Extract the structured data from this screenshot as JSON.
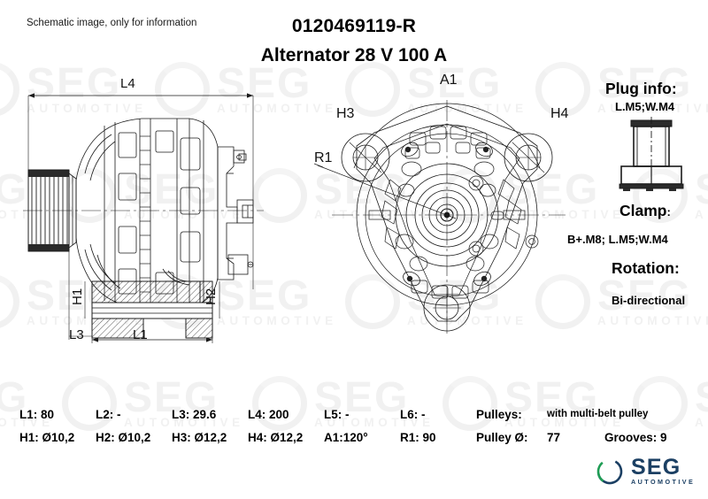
{
  "document": {
    "note": "Schematic image, only for information",
    "part_number": "0120469119-R",
    "product_name": "Alternator 28 V 100 A"
  },
  "drawings": {
    "side_view": {
      "name": "alternator-side-view",
      "dimension_labels": [
        "L4",
        "H1",
        "H2",
        "L3",
        "L1"
      ]
    },
    "front_view": {
      "name": "alternator-front-view",
      "dimension_labels": [
        "A1",
        "H3",
        "H4",
        "R1"
      ]
    },
    "plug_view": {
      "name": "plug-connector-drawing"
    }
  },
  "labels": {
    "l4": "L4",
    "h1": "H1",
    "h2": "H2",
    "l3": "L3",
    "l1": "L1",
    "a1": "A1",
    "h3": "H3",
    "h4": "H4",
    "r1": "R1"
  },
  "info_panel": {
    "plug_info_title": "Plug info:",
    "plug_info_value": "L.M5;W.M4",
    "clamp_title": "Clamp",
    "clamp_title_colon": ":",
    "clamp_value": "B+.M8; L.M5;W.M4",
    "rotation_title": "Rotation:",
    "rotation_value": "Bi-directional"
  },
  "specs": {
    "row1": [
      {
        "label": "L1: 80"
      },
      {
        "label": "L2: -"
      },
      {
        "label": "L3: 29.6"
      },
      {
        "label": "L4: 200"
      },
      {
        "label": "L5: -"
      },
      {
        "label": "L6: -"
      },
      {
        "label": "Pulleys:"
      },
      {
        "label": "with multi-belt pulley"
      }
    ],
    "row2": [
      {
        "label": "H1: Ø10,2"
      },
      {
        "label": "H2: Ø10,2"
      },
      {
        "label": "H3: Ø12,2"
      },
      {
        "label": "H4: Ø12,2"
      },
      {
        "label": "A1:120°"
      },
      {
        "label": "R1: 90"
      },
      {
        "label": "Pulley Ø:"
      },
      {
        "label": "77"
      },
      {
        "label": "Grooves: 9"
      }
    ]
  },
  "logo": {
    "brand": "SEG",
    "tagline": "AUTOMOTIVE",
    "brand_color": "#1b3f63",
    "accent_color": "#1f9d55"
  },
  "watermark": {
    "brand": "SEG",
    "tagline": "AUTOMOTIVE",
    "color": "#f1f1f1"
  }
}
